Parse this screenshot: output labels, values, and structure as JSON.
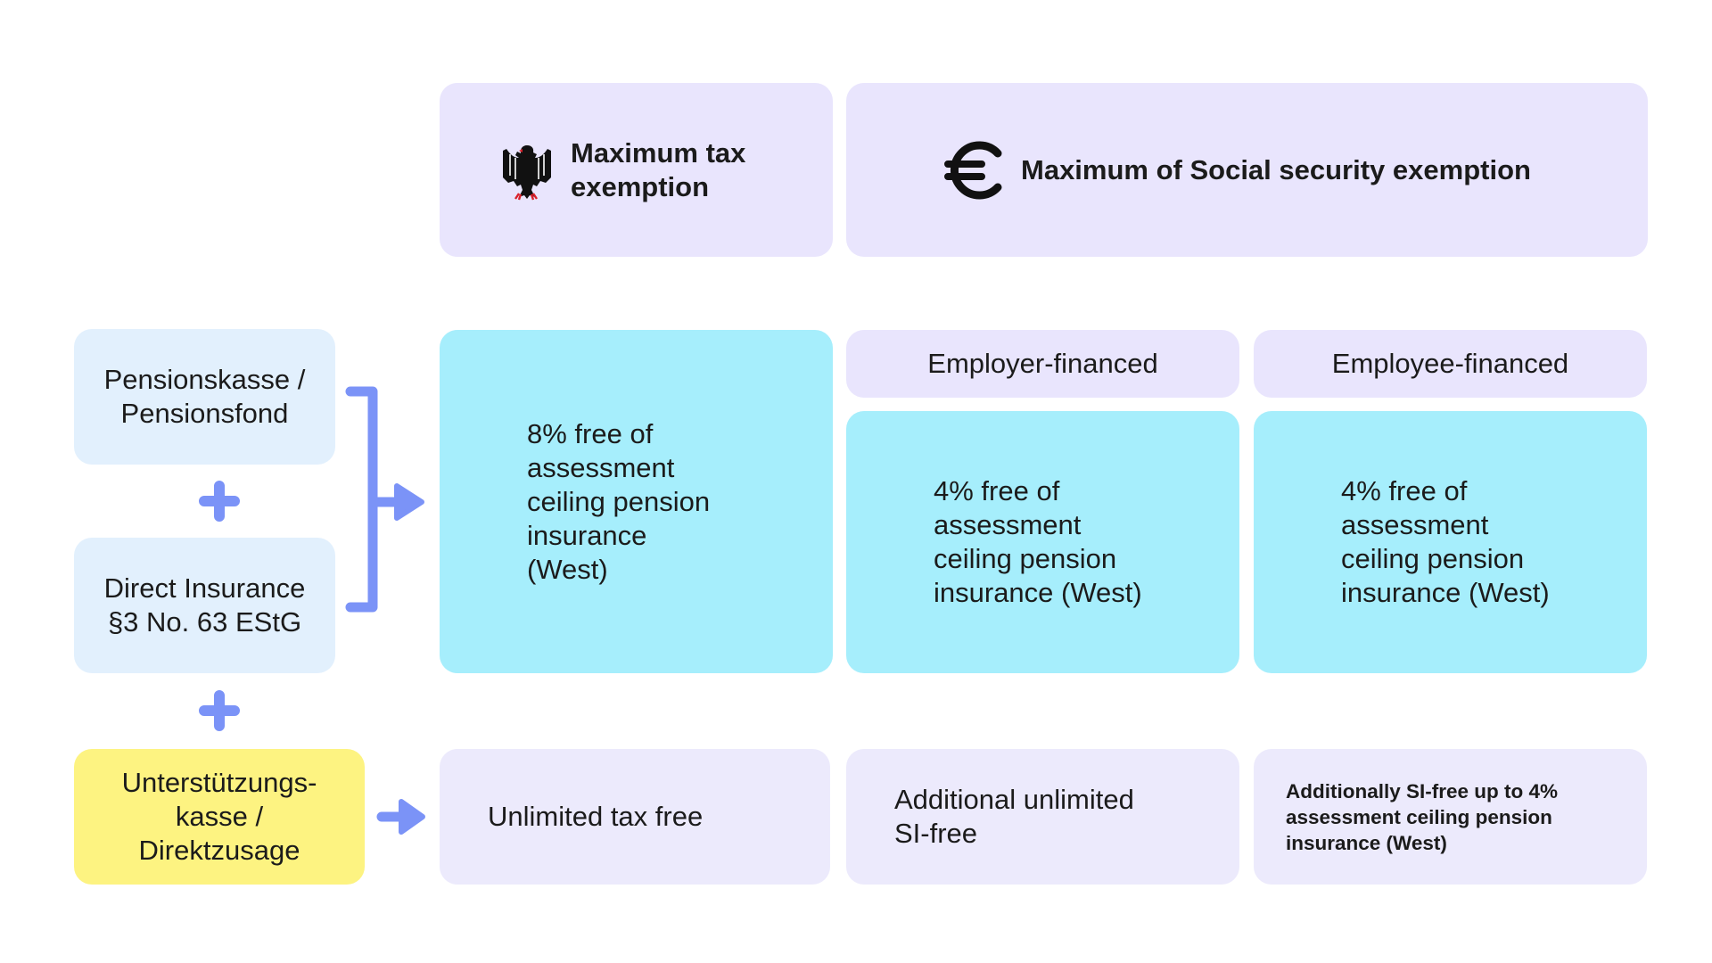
{
  "header": {
    "tax": {
      "icon": "eagle-icon",
      "title": "Maximum tax\nexemption"
    },
    "social": {
      "icon": "euro-icon",
      "title": "Maximum of Social security exemption"
    }
  },
  "left": {
    "pension": "Pensionskasse /\nPensionsfond",
    "direct": "Direct Insurance\n§3 No. 63 EStG",
    "support": "Unterstützungs-\nkasse /\nDirektzusage"
  },
  "columns": {
    "employer": "Employer-financed",
    "employee": "Employee-financed"
  },
  "cells": {
    "tax_main": "8% free of\nassessment\nceiling pension\ninsurance\n(West)",
    "employer_main": "4% free of\nassessment\nceiling pension\ninsurance (West)",
    "employee_main": "4% free of\nassessment\nceiling pension\ninsurance (West)",
    "tax_bottom": "Unlimited tax free",
    "employer_bottom": "Additional unlimited\nSI-free",
    "employee_bottom": "Additionally SI-free up to 4%\nassessment ceiling pension\ninsurance (West)"
  },
  "colors": {
    "header_bg": "#e9e5fd",
    "highlight_bg": "#a6eefc",
    "left_bg": "#e2f0fd",
    "yellow_bg": "#fdf381",
    "connector": "#7b93f7"
  }
}
